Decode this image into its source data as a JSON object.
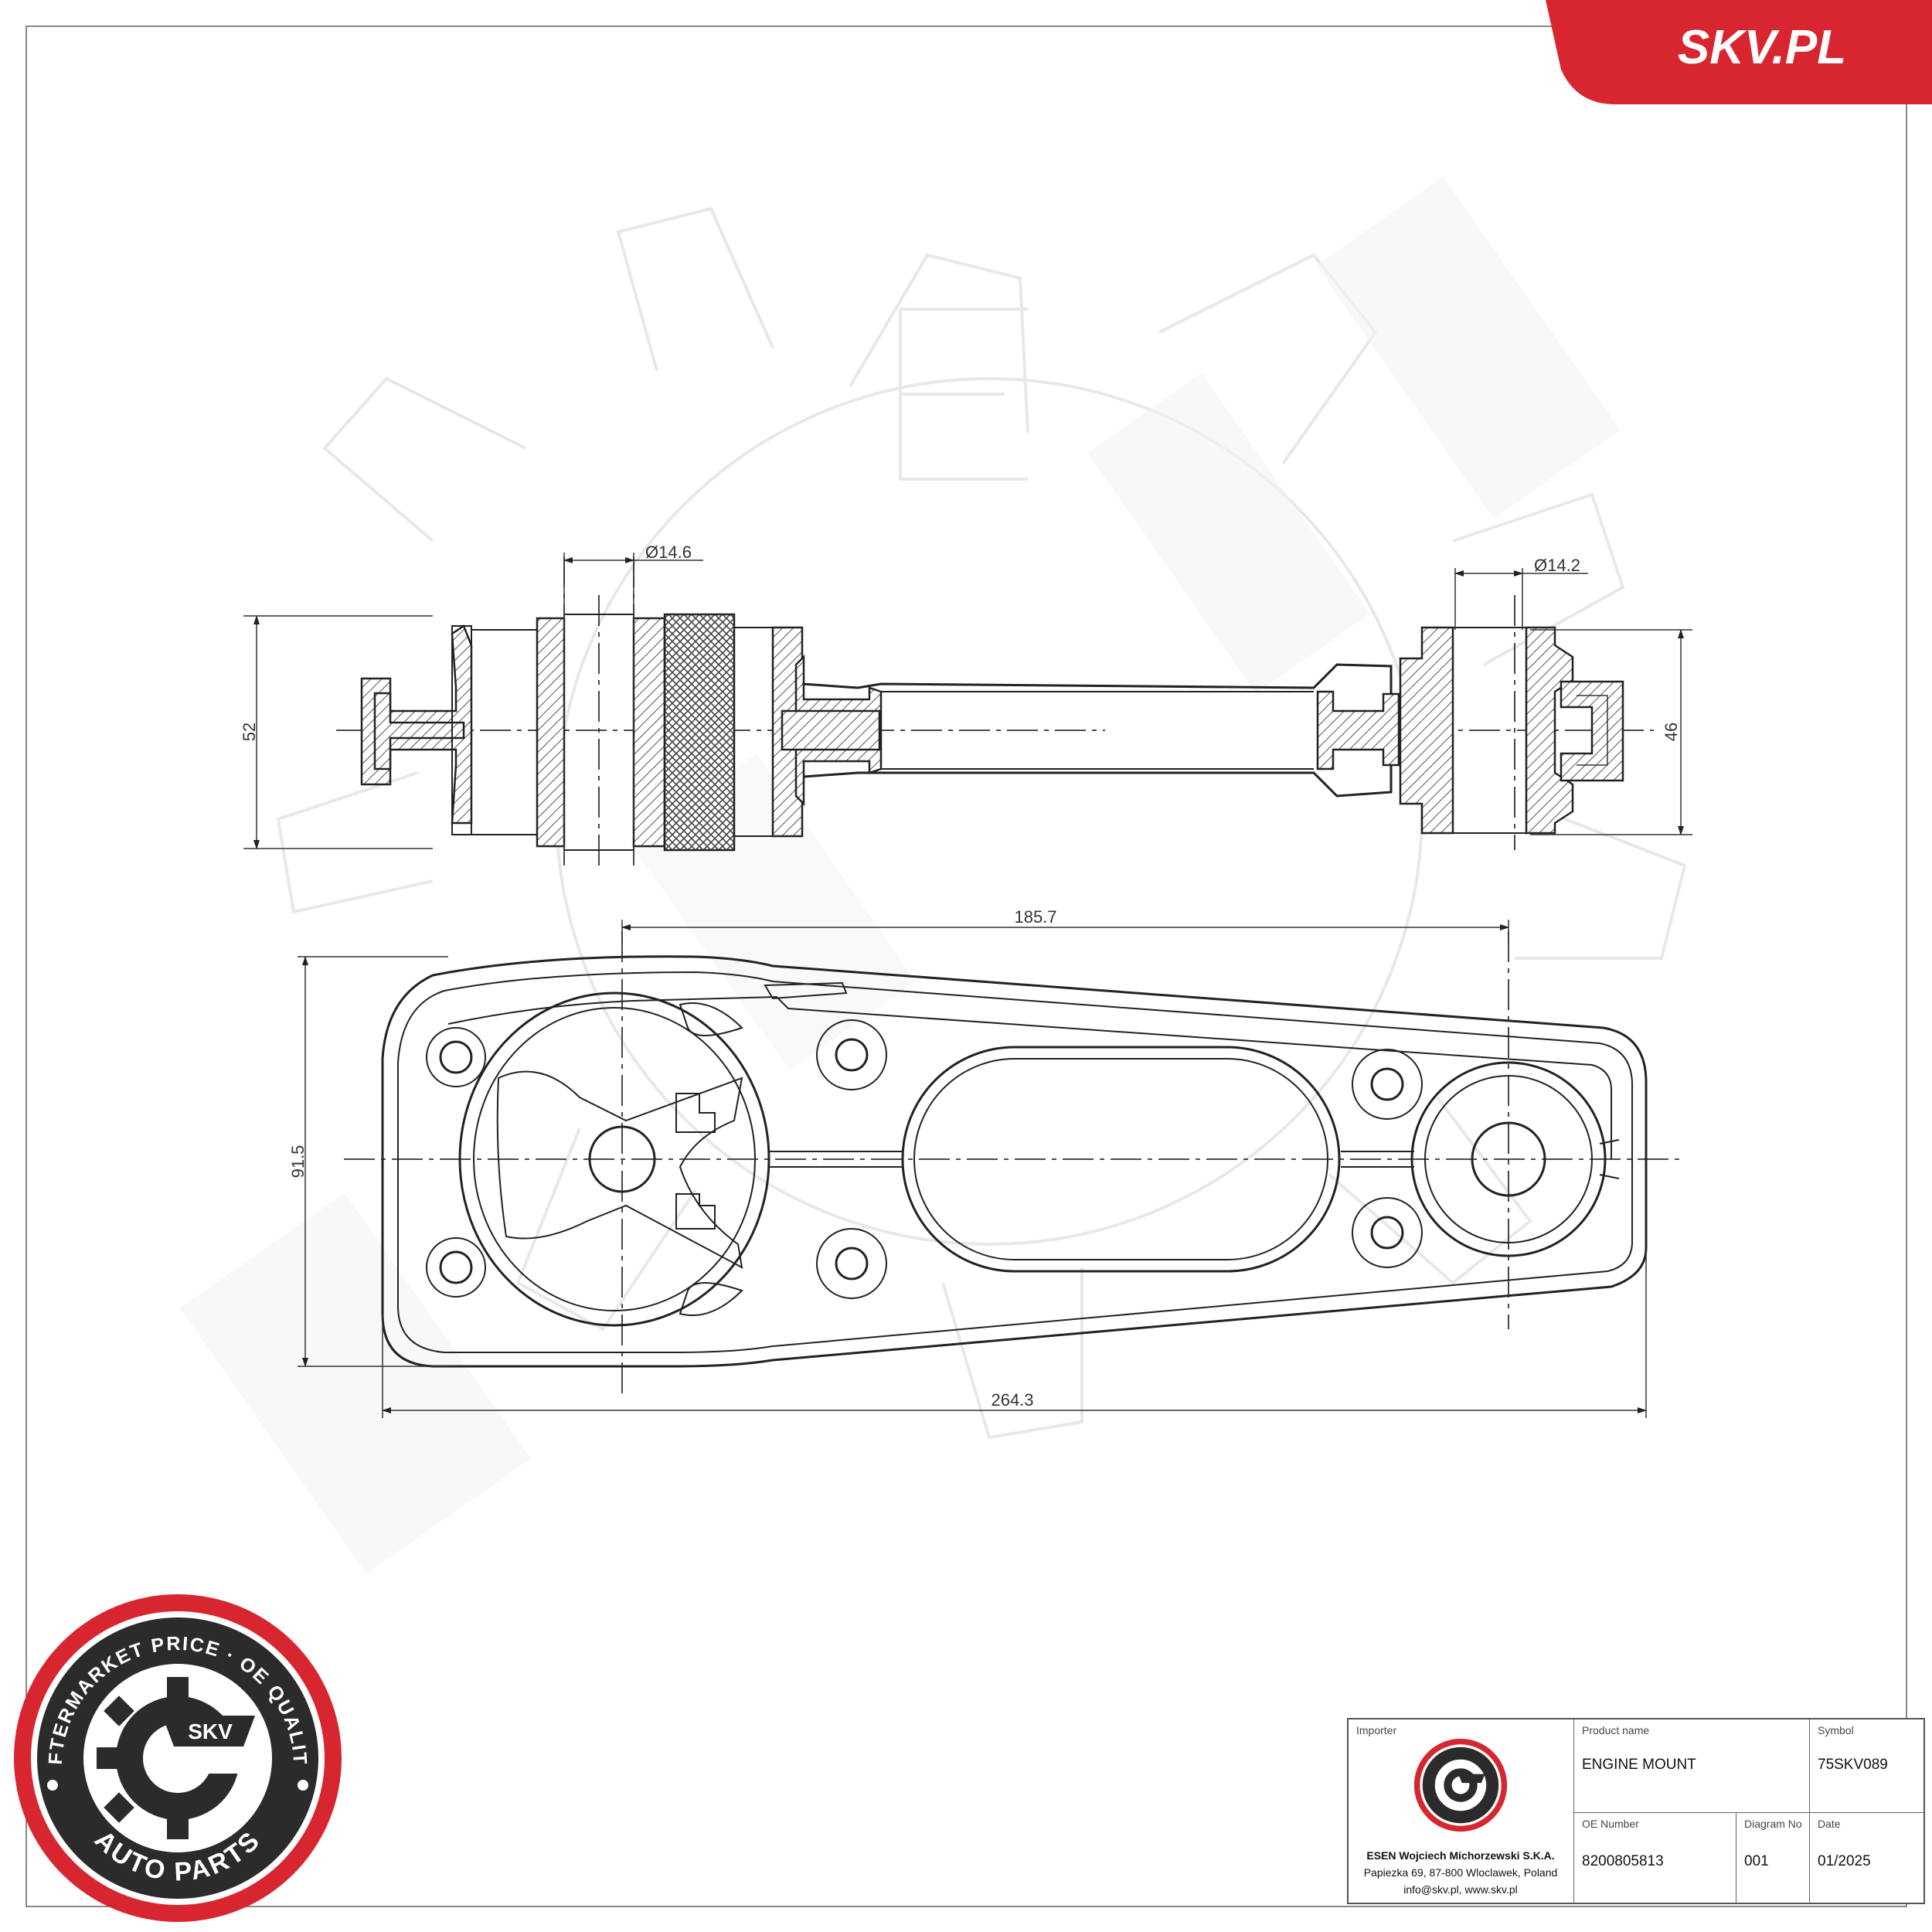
{
  "brand": {
    "site_label": "SKV.PL",
    "accent_color": "#d7262f",
    "seal_ring_text": "AFTERMARKET PRICE · OE QUALITY",
    "seal_bottom_text": "AUTO PARTS",
    "seal_center_text": "SKV"
  },
  "dimensions": {
    "bore_left": "Ø14.6",
    "bore_right": "Ø14.2",
    "height_left": "52",
    "height_right": "46",
    "center_distance": "185.7",
    "overall_length": "264.3",
    "overall_width": "91.5"
  },
  "title_block": {
    "importer_caption": "Importer",
    "importer_lines": [
      "ESEN Wojciech Michorzewski S.K.A.",
      "Papiezka 69, 87-800 Wloclawek, Poland",
      "info@skv.pl, www.skv.pl"
    ],
    "product_name_caption": "Product name",
    "product_name": "ENGINE MOUNT",
    "symbol_caption": "Symbol",
    "symbol": "75SKV089",
    "oe_number_caption": "OE Number",
    "oe_number": "8200805813",
    "diagram_no_caption": "Diagram No",
    "diagram_no": "001",
    "date_caption": "Date",
    "date": "01/2025"
  }
}
